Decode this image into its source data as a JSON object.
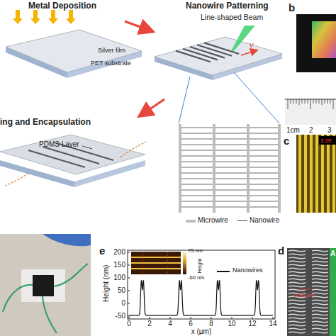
{
  "diagram": {
    "labels": [
      "Metal Deposition",
      "Nanowire Patterning",
      "Line-shaped Beam",
      "v",
      "Silver film",
      "PET substrate",
      "b",
      "1cm",
      "2",
      "3",
      "c",
      "3.2E",
      "ing and Encapsulation",
      "PDMS Layer",
      "e",
      "Height (nm)",
      "200",
      "150",
      "100",
      "50",
      "0",
      "-50",
      "0",
      "2",
      "4",
      "6",
      "8",
      "10",
      "12",
      "14",
      "x (µm)",
      "75 nm",
      "-60 nm",
      "Height",
      "d",
      "0.50 µm",
      "A"
    ],
    "legend": [
      {
        "text": "Microwire"
      },
      {
        "text": "Nanowire"
      },
      {
        "text": "Nanowires"
      }
    ]
  }
}
